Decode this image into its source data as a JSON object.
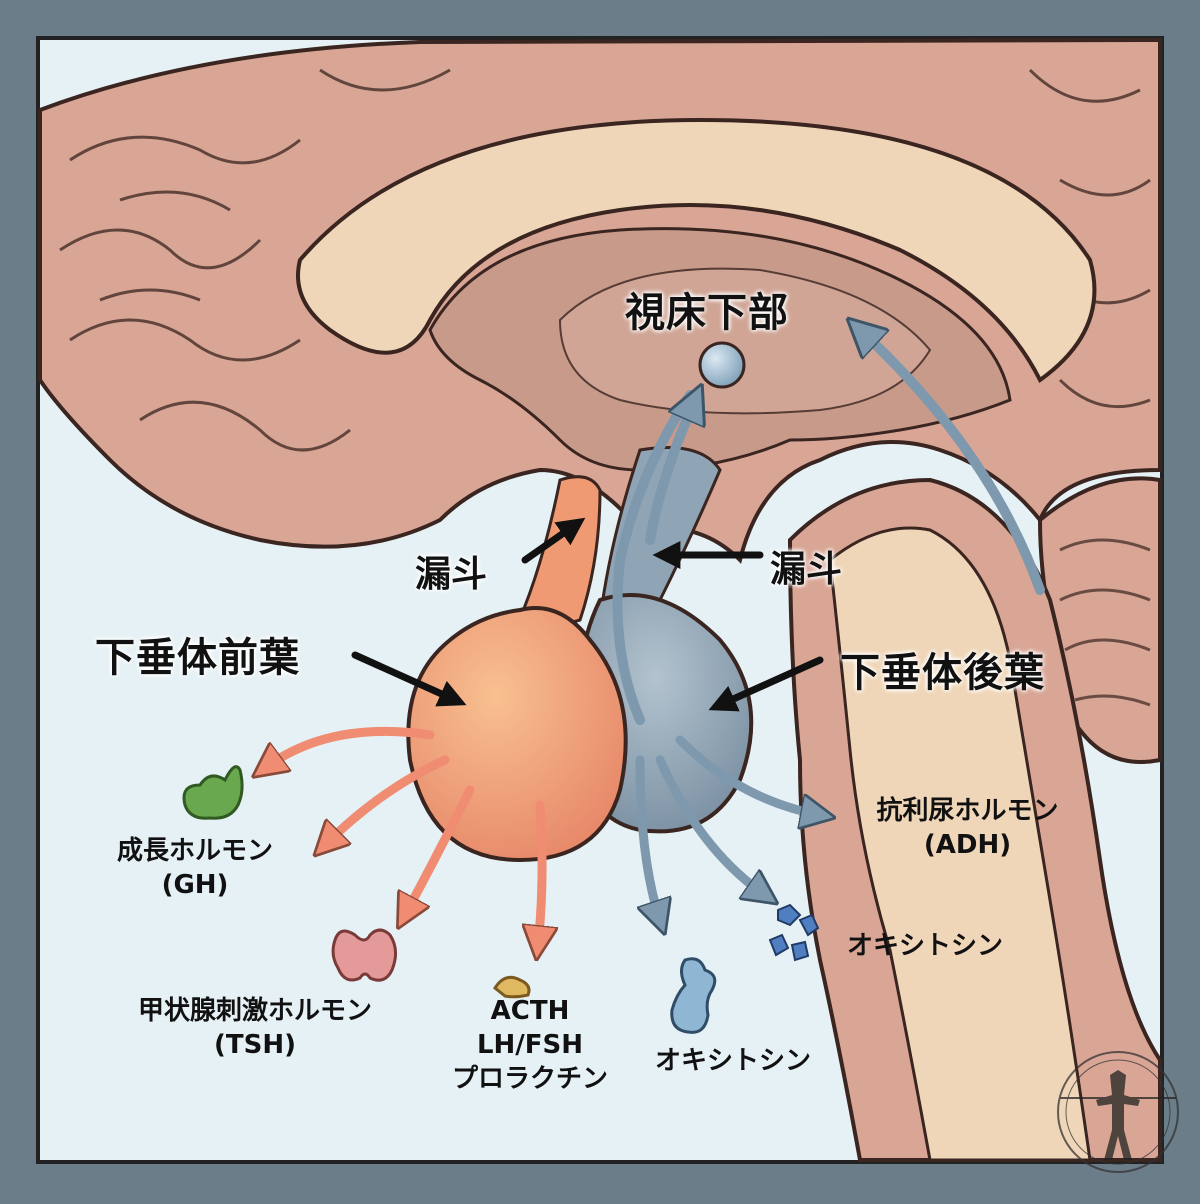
{
  "labels": {
    "hypothalamus": "視床下部",
    "infundibulum_left": "漏斗",
    "infundibulum_right": "漏斗",
    "anterior_pituitary": "下垂体前葉",
    "posterior_pituitary": "下垂体後葉",
    "gh_name": "成長ホルモン",
    "gh_abbr": "(GH)",
    "tsh_name": "甲状腺刺激ホルモン",
    "tsh_abbr": "(TSH)",
    "acth": "ACTH",
    "lhfsh": "LH/FSH",
    "prolactin": "プロラクチン",
    "oxytocin_bottom": "オキシトシン",
    "oxytocin_right": "オキシトシン",
    "adh_name": "抗利尿ホルモン",
    "adh_abbr": "(ADH)"
  },
  "colors": {
    "frame": "#6b7d88",
    "background": "#e6f1f6",
    "brain": "#d9a695",
    "corpus_callosum": "#f0d6b8",
    "anterior_lobe": "#ef9a72",
    "posterior_lobe": "#8fa4b4",
    "arrow_anterior": "#f08c72",
    "arrow_posterior": "#7e98ad",
    "hormone_green": "#6aa84f",
    "hormone_pink": "#e59a9a",
    "hormone_blue": "#8fb6d3"
  }
}
